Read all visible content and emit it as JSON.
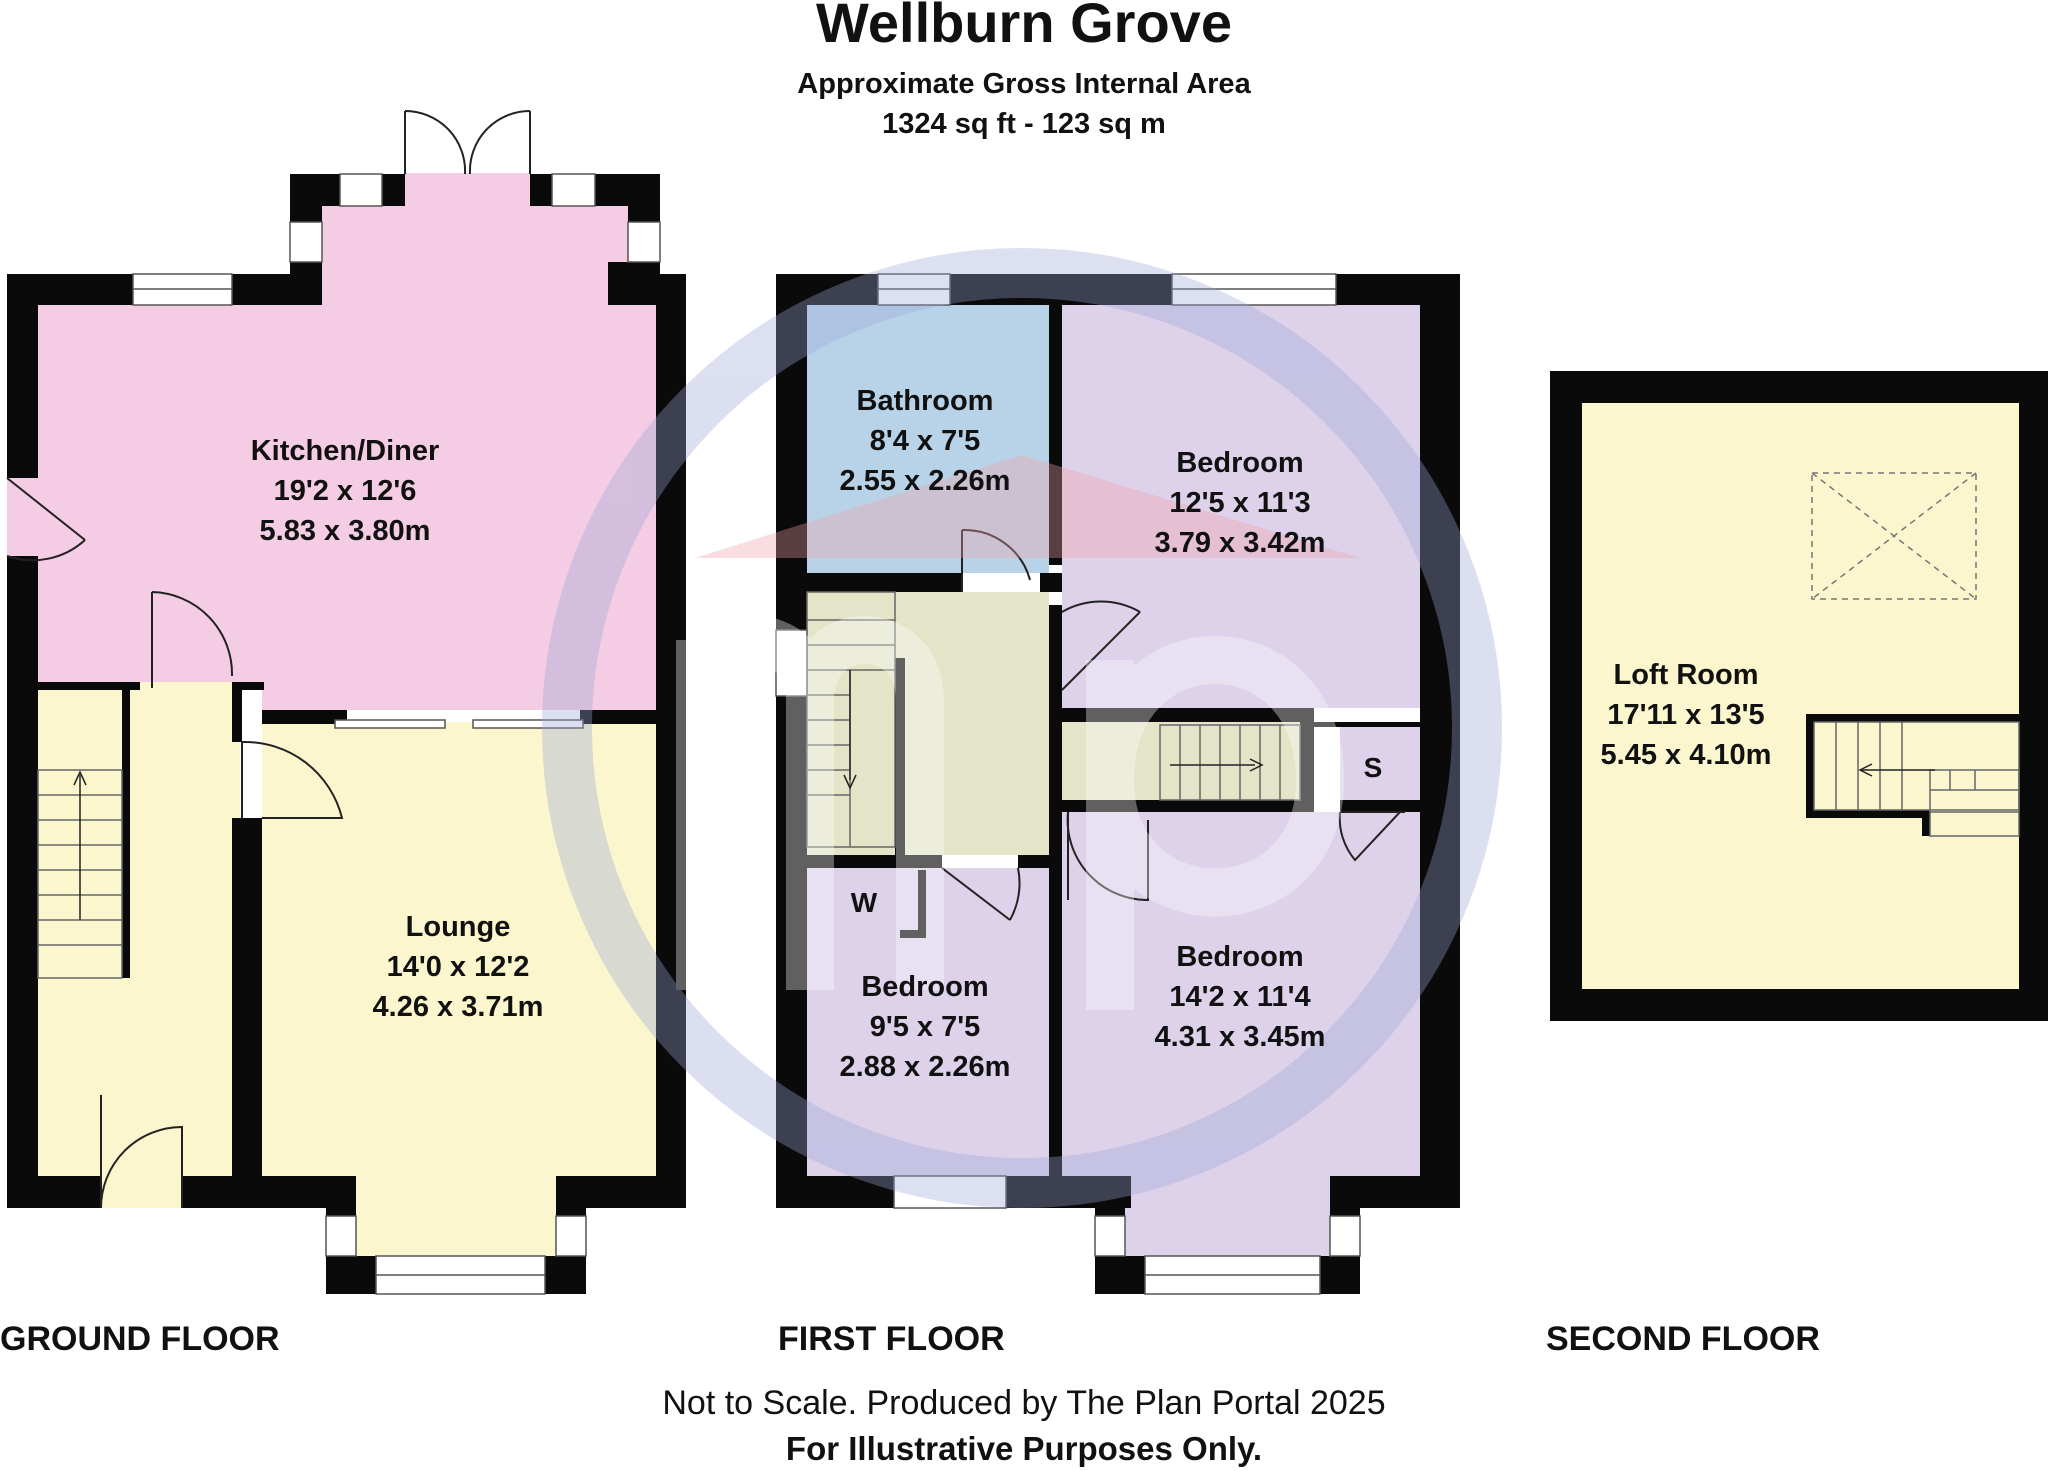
{
  "header": {
    "title": "Wellburn Grove",
    "subtitle": "Approximate Gross Internal Area",
    "area": "1324 sq ft - 123 sq m"
  },
  "floors": [
    {
      "label": "GROUND FLOOR",
      "rooms": [
        {
          "name": "Kitchen/Diner",
          "imperial": "19'2 x 12'6",
          "metric": "5.83 x 3.80m"
        },
        {
          "name": "Lounge",
          "imperial": "14'0 x 12'2",
          "metric": "4.26 x 3.71m"
        }
      ]
    },
    {
      "label": "FIRST FLOOR",
      "rooms": [
        {
          "name": "Bathroom",
          "imperial": "8'4 x 7'5",
          "metric": "2.55 x 2.26m"
        },
        {
          "name": "Bedroom",
          "imperial": "12'5 x 11'3",
          "metric": "3.79 x 3.42m"
        },
        {
          "name": "Bedroom",
          "imperial": "9'5 x 7'5",
          "metric": "2.88 x 2.26m"
        },
        {
          "name": "Bedroom",
          "imperial": "14'2 x 11'4",
          "metric": "4.31 x 3.45m"
        }
      ],
      "markers": {
        "wardrobe": "W",
        "storage": "S"
      }
    },
    {
      "label": "SECOND FLOOR",
      "rooms": [
        {
          "name": "Loft Room",
          "imperial": "17'11 x 13'5",
          "metric": "5.45 x 4.10m"
        }
      ]
    }
  ],
  "footer": {
    "note": "Not to Scale. Produced by The Plan Portal 2025",
    "disclaimer": "For Illustrative Purposes Only."
  },
  "colors": {
    "wall": "#0a0a0a",
    "kitchen": "#f4cce3",
    "lounge_hall": "#fbf6cd",
    "bathroom": "#b8d3e8",
    "bedroom": "#ddd2ea",
    "landing": "#e4e4c8",
    "watermark": "#9aa6d6"
  }
}
